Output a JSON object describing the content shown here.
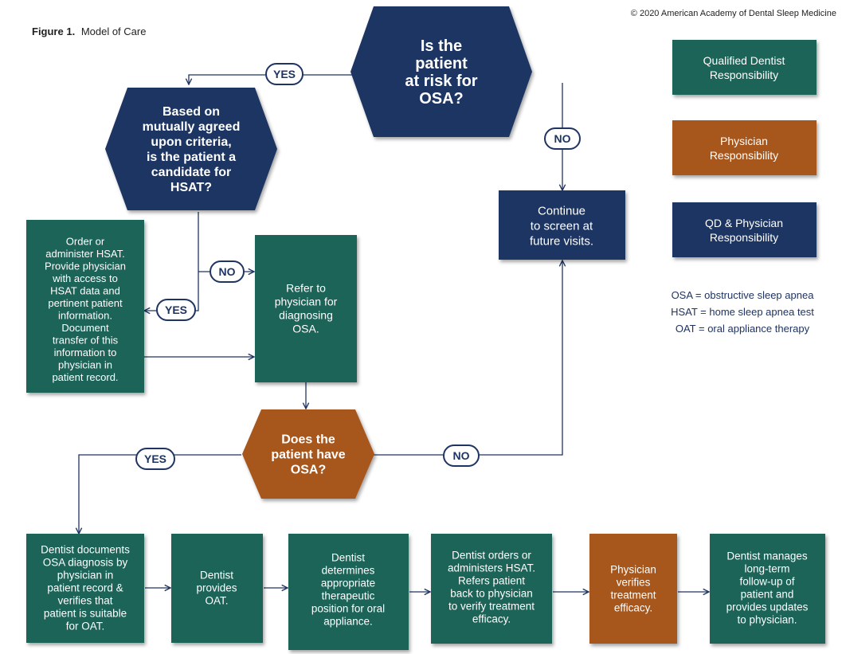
{
  "header": {
    "copyright": "© 2020 American Academy of Dental Sleep Medicine",
    "figure_label": "Figure 1.",
    "figure_title": "Model of Care"
  },
  "colors": {
    "dentist": "#1a6458",
    "physician": "#a7561b",
    "shared": "#1f3462",
    "connector": "#1f3462",
    "badge_border": "#1f3462"
  },
  "nodes": {
    "risk": {
      "lines": [
        "Is the",
        "patient",
        "at risk for",
        "OSA?"
      ]
    },
    "hsat_candidate": {
      "lines": [
        "Based on",
        "mutually agreed",
        "upon criteria,",
        "is the patient a",
        "candidate for",
        "HSAT?"
      ]
    },
    "continue": {
      "lines": [
        "Continue",
        "to screen at",
        "future visits."
      ]
    },
    "order_hsat": {
      "lines": [
        "Order or",
        "administer HSAT.",
        "Provide physician",
        "with access to",
        "HSAT data and",
        "pertinent patient",
        "information.",
        "Document",
        "transfer of this",
        "information to",
        "physician in",
        "patient record."
      ]
    },
    "refer": {
      "lines": [
        "Refer to",
        "physician for",
        "diagnosing",
        "OSA."
      ]
    },
    "has_osa": {
      "lines": [
        "Does the",
        "patient have",
        "OSA?"
      ]
    },
    "documents": {
      "lines": [
        "Dentist documents",
        "OSA diagnosis by",
        "physician in",
        "patient record &",
        "verifies that",
        "patient is suitable",
        "for OAT."
      ]
    },
    "provides": {
      "lines": [
        "Dentist",
        "provides",
        "OAT."
      ]
    },
    "determines": {
      "lines": [
        "Dentist",
        "determines",
        "appropriate",
        "therapeutic",
        "position for oral",
        "appliance."
      ]
    },
    "orders": {
      "lines": [
        "Dentist orders or",
        "administers HSAT.",
        "Refers patient",
        "back to physician",
        "to verify treatment",
        "efficacy."
      ]
    },
    "verifies": {
      "lines": [
        "Physician",
        "verifies",
        "treatment",
        "efficacy."
      ]
    },
    "manages": {
      "lines": [
        "Dentist manages",
        "long-term",
        "follow-up of",
        "patient and",
        "provides updates",
        "to physician."
      ]
    }
  },
  "badges": {
    "yes_1": "YES",
    "no_1": "NO",
    "no_2": "NO",
    "yes_2": "YES",
    "yes_3": "YES",
    "no_3": "NO"
  },
  "legend": [
    {
      "lines": [
        "Qualified Dentist",
        "Responsibility"
      ],
      "role": "dentist"
    },
    {
      "lines": [
        "Physician",
        "Responsibility"
      ],
      "role": "physician"
    },
    {
      "lines": [
        "QD & Physician",
        "Responsibility"
      ],
      "role": "shared"
    }
  ],
  "abbreviations": [
    "OSA = obstructive sleep apnea",
    "HSAT = home sleep apnea test",
    "OAT = oral appliance therapy"
  ]
}
